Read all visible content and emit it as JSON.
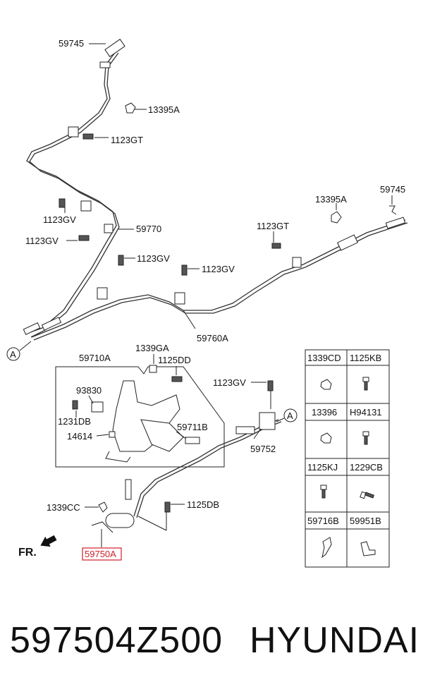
{
  "labels": {
    "l59745_top": "59745",
    "l13395A_top": "13395A",
    "l1123GT_top": "1123GT",
    "l13395A_right": "13395A",
    "l59745_right": "59745",
    "l1123GV_a": "1123GV",
    "l59770": "59770",
    "l1123GT_mid": "1123GT",
    "l1123GV_b": "1123GV",
    "l1123GV_c": "1123GV",
    "l1123GV_d": "1123GV",
    "l59760A": "59760A",
    "l59710A": "59710A",
    "l1339GA": "1339GA",
    "l1125DD": "1125DD",
    "l1123GV_e": "1123GV",
    "l93830": "93830",
    "l1231DB": "1231DB",
    "l59711B": "59711B",
    "l14614": "14614",
    "l59752": "59752",
    "l1339CC": "1339CC",
    "l1125DB": "1125DB",
    "l59750A": "59750A",
    "fr": "FR.",
    "callout_a1": "A",
    "callout_a2": "A"
  },
  "parts_table": {
    "rows": [
      [
        "1339CD",
        "1125KB"
      ],
      [
        "13396",
        "H94131"
      ],
      [
        "1125KJ",
        "1229CB"
      ],
      [
        "59716B",
        "59951B"
      ]
    ]
  },
  "footer": {
    "part_number": "597504Z500",
    "brand": "HYUNDAI"
  },
  "colors": {
    "highlight": "#d0202a",
    "line": "#222222"
  }
}
